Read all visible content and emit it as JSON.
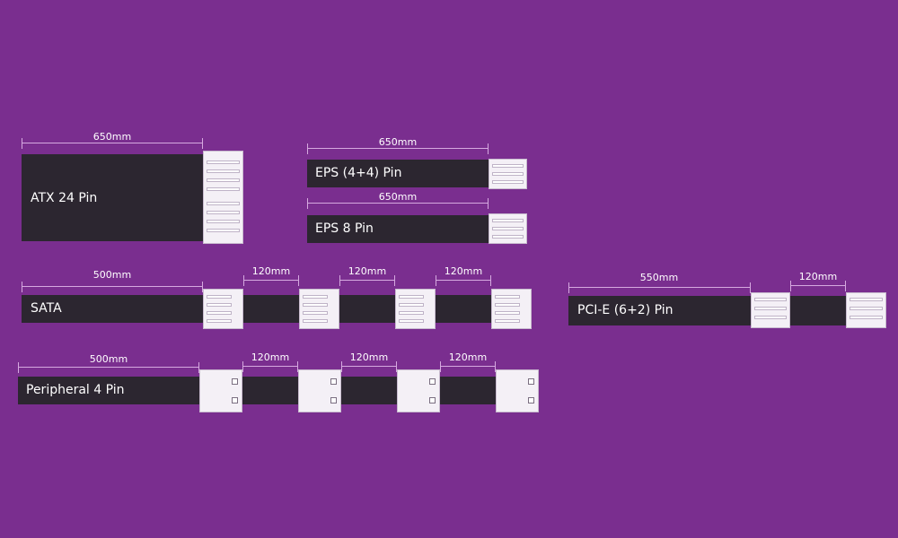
{
  "cables": [
    {
      "id": "atx",
      "label": "ATX 24 Pin",
      "length": "650mm"
    },
    {
      "id": "eps44",
      "label": "EPS (4+4) Pin",
      "length": "650mm"
    },
    {
      "id": "eps8",
      "label": "EPS 8 Pin",
      "length": "650mm"
    },
    {
      "id": "sata",
      "label": "SATA",
      "length": "500mm",
      "segments": [
        "120mm",
        "120mm",
        "120mm"
      ]
    },
    {
      "id": "pcie",
      "label": "PCI-E (6+2) Pin",
      "length": "550mm",
      "segments": [
        "120mm"
      ]
    },
    {
      "id": "periph",
      "label": "Peripheral 4 Pin",
      "length": "500mm",
      "segments": [
        "120mm",
        "120mm",
        "120mm"
      ]
    }
  ],
  "colors": {
    "background": "#7a2e8f",
    "cable": "#2c2630",
    "connector": "#f4f0f6",
    "dimension_line": "#d6a9e0",
    "text": "#ffffff"
  }
}
